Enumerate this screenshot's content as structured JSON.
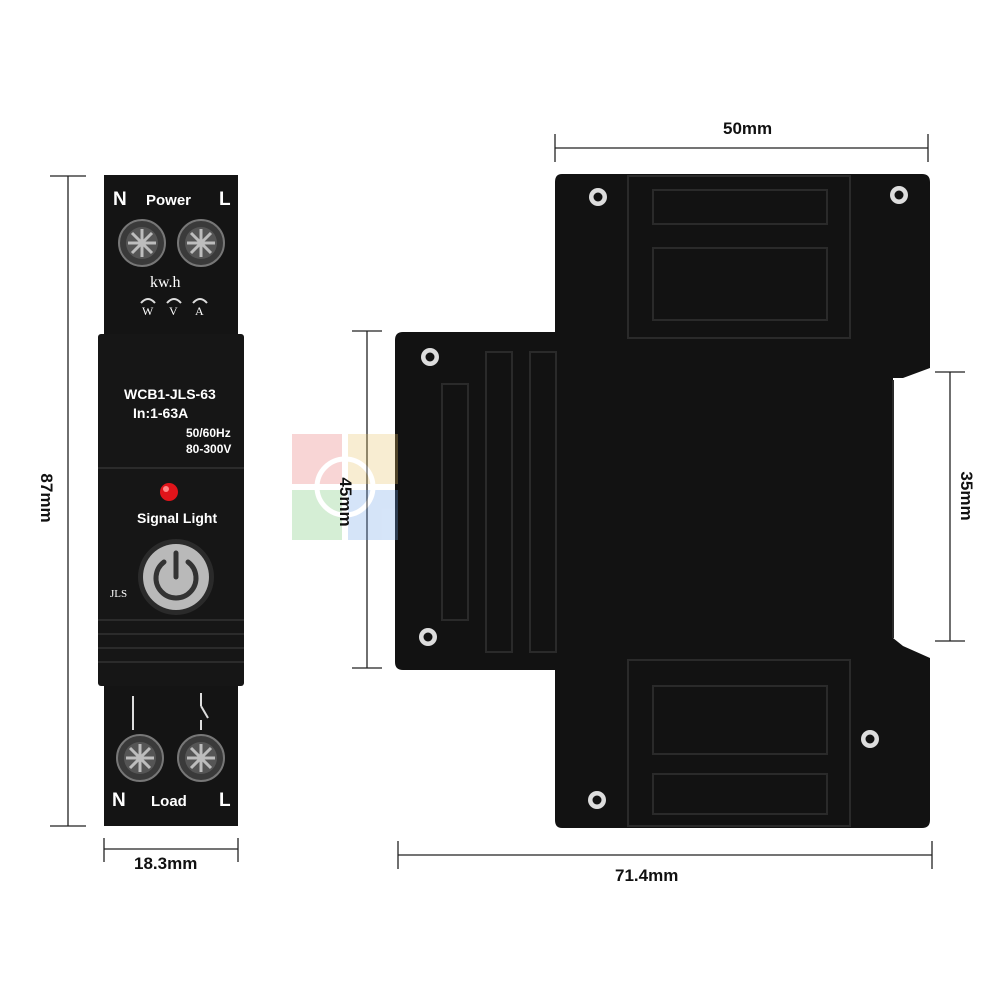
{
  "front": {
    "top_n": "N",
    "top_l": "L",
    "power_label": "Power",
    "kwh_label": "kw.h",
    "indicator_w": "W",
    "indicator_v": "V",
    "indicator_a": "A",
    "model": "WCB1-JLS-63",
    "current_rating": "In:1-63A",
    "frequency": "50/60Hz",
    "voltage": "80-300V",
    "signal_label": "Signal Light",
    "brand": "JLS",
    "bottom_n": "N",
    "load_label": "Load",
    "bottom_l": "L"
  },
  "dimensions": {
    "height": "87mm",
    "width_front": "18.3mm",
    "top_width": "50mm",
    "side_height": "45mm",
    "rail_height": "35mm",
    "depth": "71.4mm"
  },
  "colors": {
    "body": "#121212",
    "signal_light": "#e0141a",
    "button": "#b9b9b9"
  }
}
